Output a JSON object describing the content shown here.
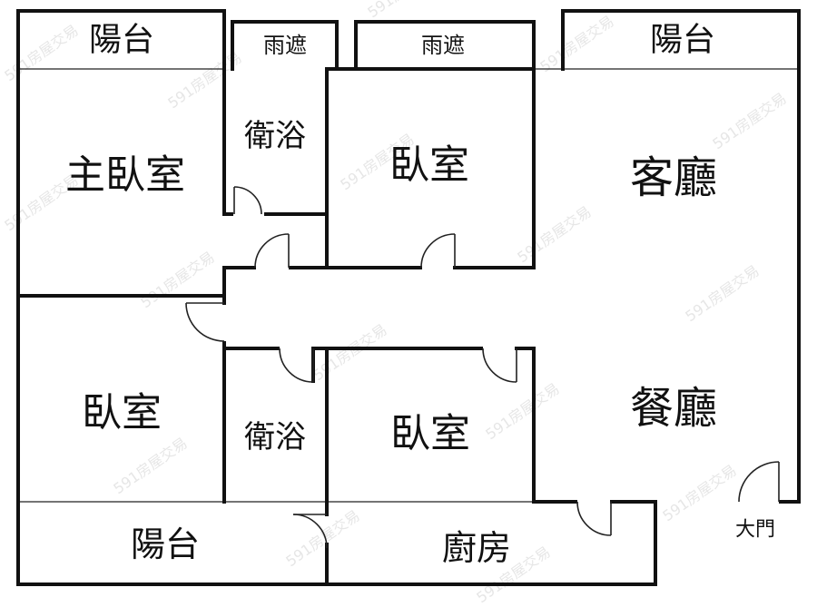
{
  "floor_plan": {
    "rooms": {
      "balcony_top_left": "陽台",
      "canopy_left": "雨遮",
      "canopy_right": "雨遮",
      "balcony_top_right": "陽台",
      "master_bedroom": "主臥室",
      "bath_upper": "衛浴",
      "bedroom_upper": "臥室",
      "living_room": "客廳",
      "bedroom_lower_left": "臥室",
      "bath_lower": "衛浴",
      "bedroom_lower_mid": "臥室",
      "dining_room": "餐廳",
      "balcony_bottom": "陽台",
      "kitchen": "廚房"
    },
    "entrance": "大門",
    "watermark": "591房屋交易"
  }
}
